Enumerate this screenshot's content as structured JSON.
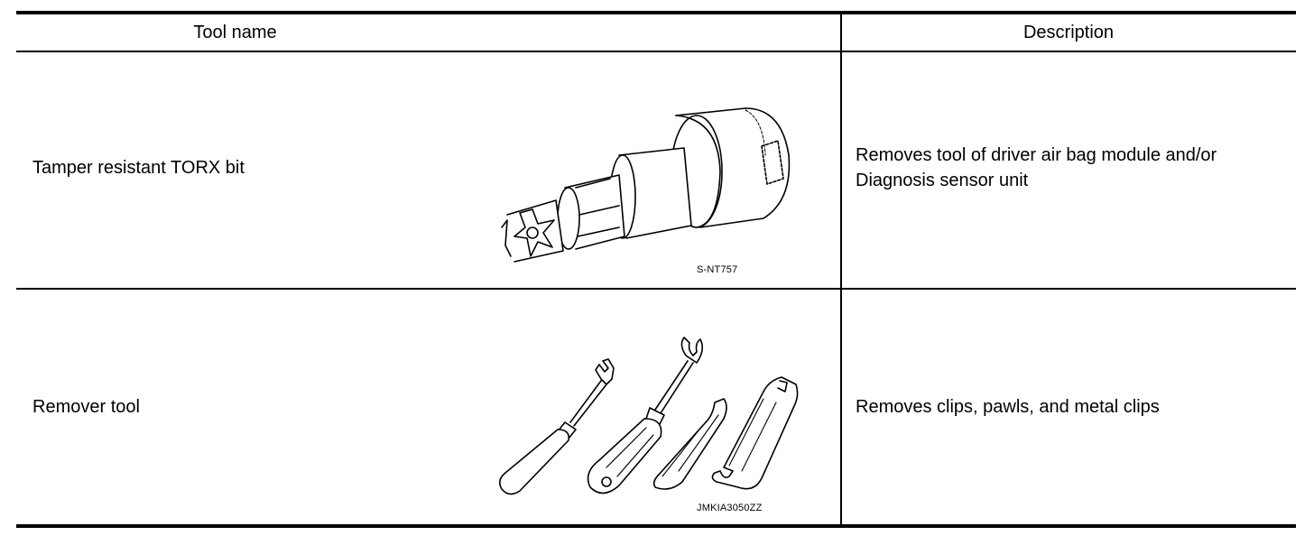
{
  "table": {
    "headers": {
      "tool_name": "Tool name",
      "description": "Description"
    },
    "rows": [
      {
        "tool_name": "Tamper resistant TORX bit",
        "description": "Removes tool of driver air bag module and/or Diagnosis sensor unit",
        "figure_code": "S-NT757",
        "illustration": "torx-bit-illustration"
      },
      {
        "tool_name": "Remover tool",
        "description": "Removes clips, pawls, and metal clips",
        "figure_code": "JMKIA3050ZZ",
        "illustration": "remover-tool-set-illustration"
      }
    ]
  }
}
